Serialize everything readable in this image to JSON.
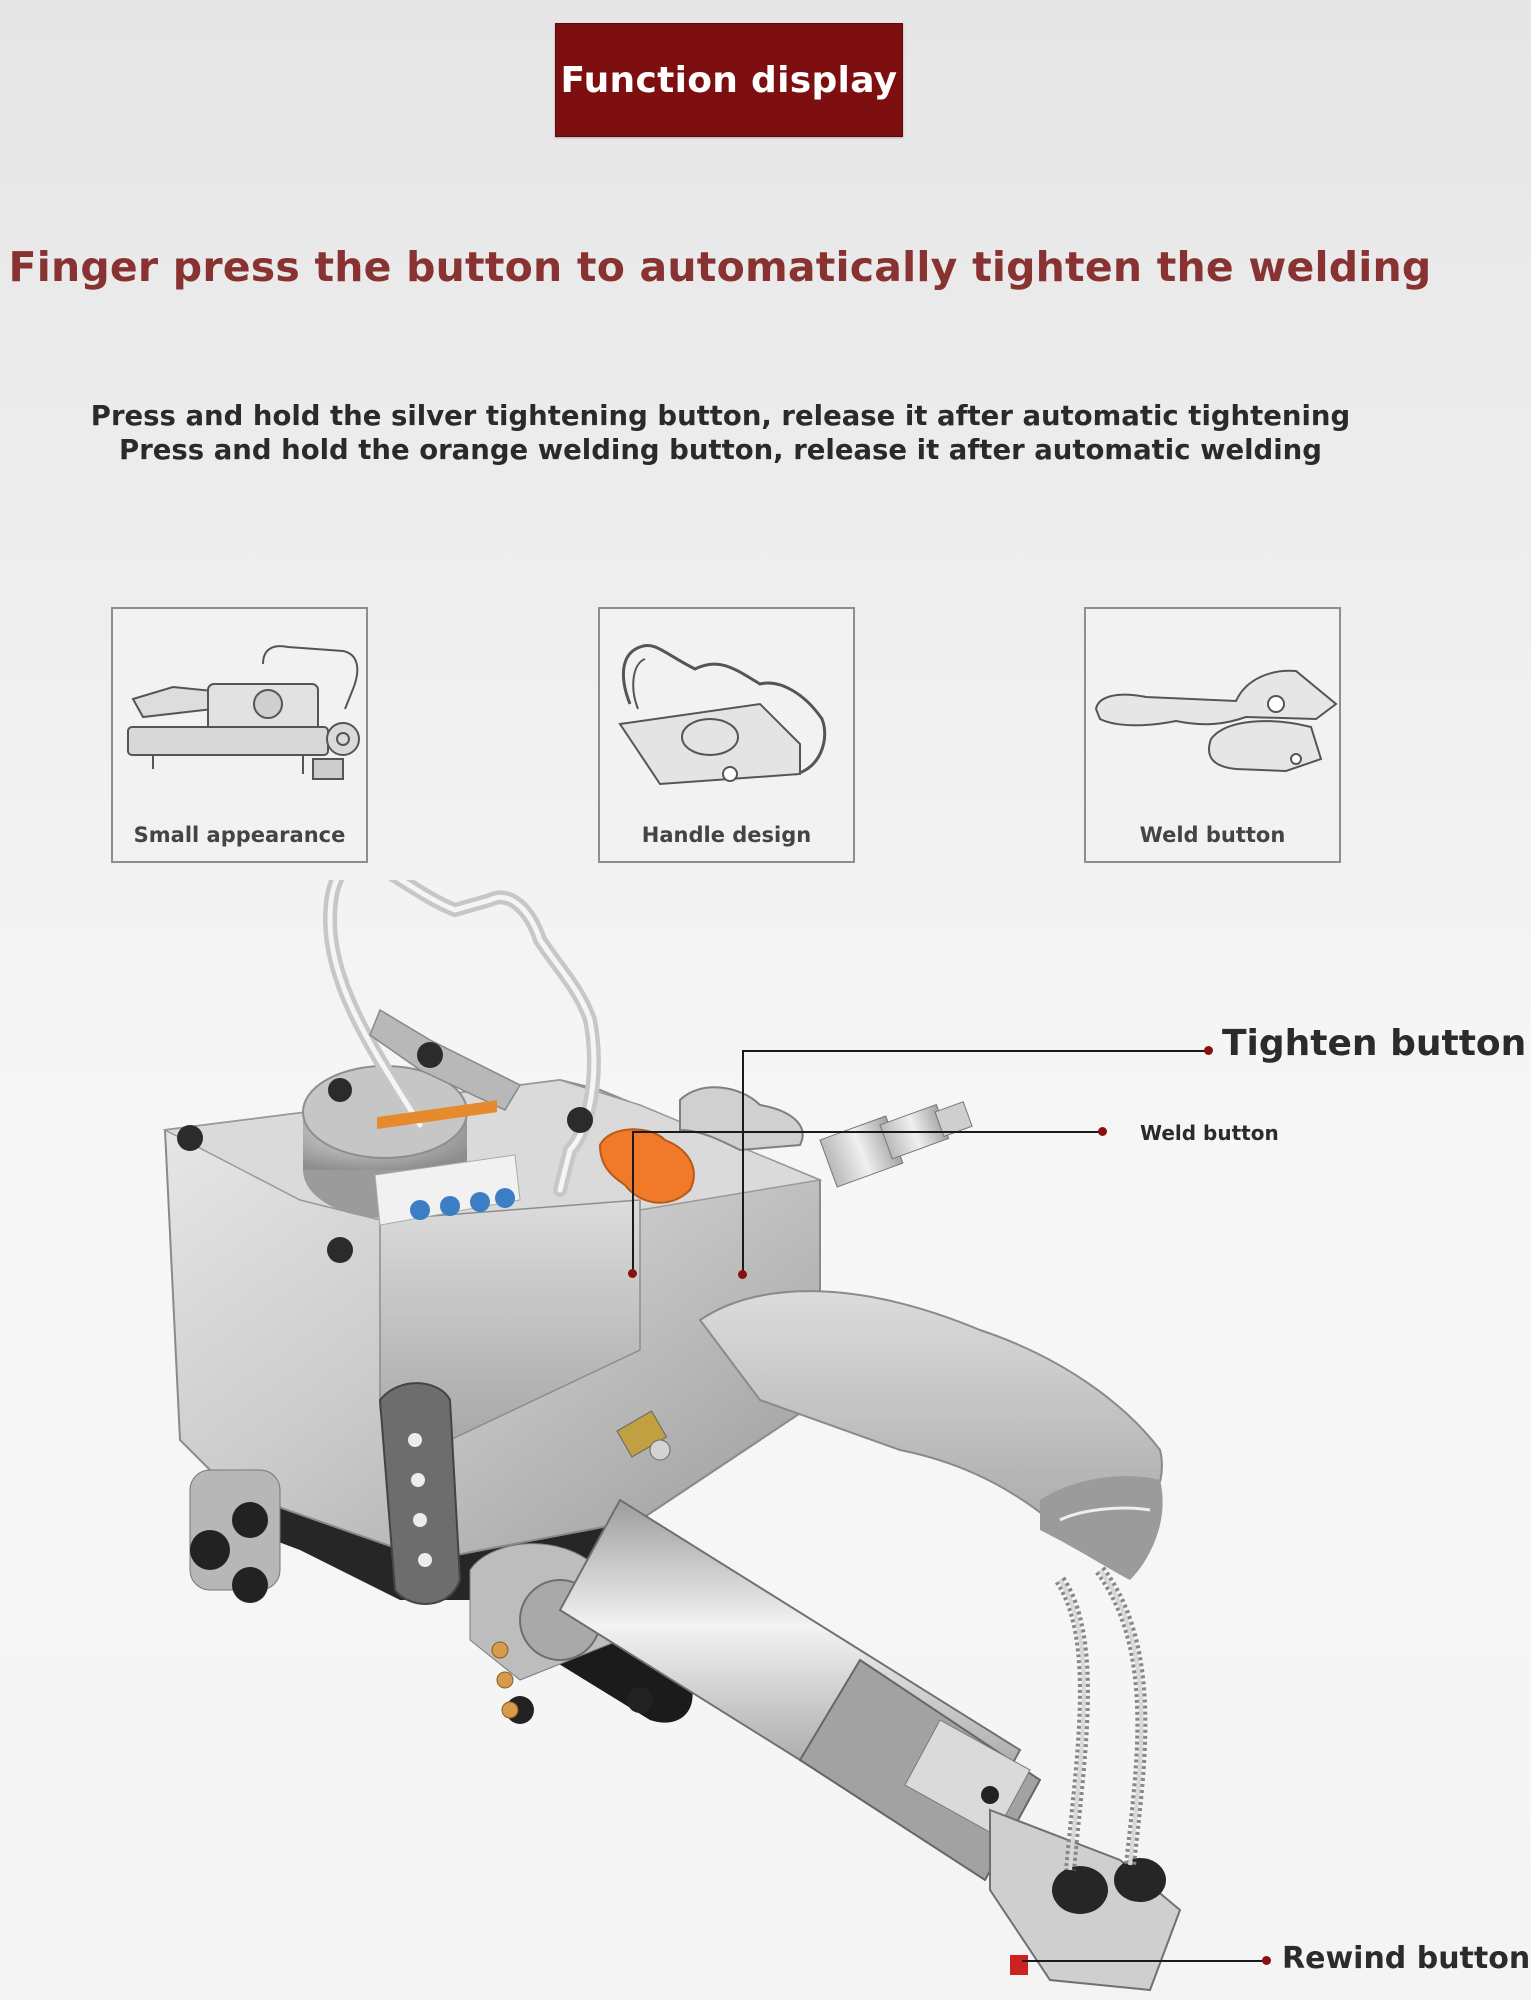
{
  "header": {
    "title": "Function display"
  },
  "headline": "Finger press the button to automatically tighten the welding",
  "instructions": [
    "Press and hold the silver tightening button, release it after automatic tightening",
    "Press and hold the orange welding button, release it after automatic welding"
  ],
  "thumbnails": [
    {
      "caption": "Small appearance",
      "icon": "strapping-tool-sketch-icon"
    },
    {
      "caption": "Handle design",
      "icon": "handle-sketch-icon"
    },
    {
      "caption": "Weld button",
      "icon": "weld-button-sketch-icon"
    }
  ],
  "callouts": {
    "tighten": "Tighten button",
    "weld": "Weld button",
    "rewind": "Rewind button"
  },
  "colors": {
    "title_bg": "#7e0f10",
    "headline": "#883232",
    "weld_button": "#f07a2a",
    "callout_dot": "#8a1010"
  }
}
